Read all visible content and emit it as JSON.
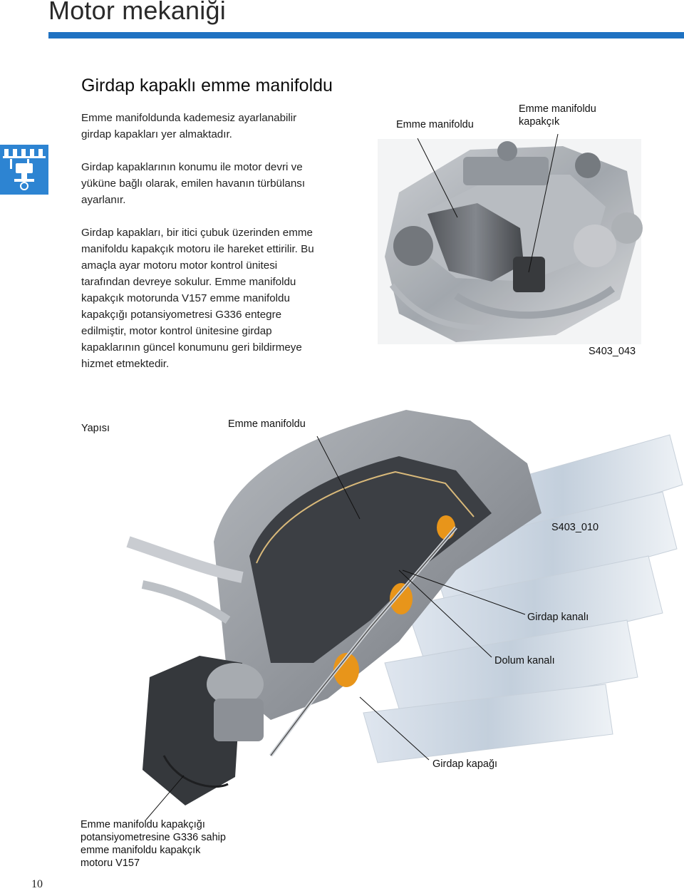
{
  "header": {
    "title": "Motor mekaniği"
  },
  "section": {
    "title": "Girdap kapaklı emme manifoldu"
  },
  "paragraphs": {
    "p1_line1": "Emme manifoldunda kademesiz ayarlanabilir",
    "p1_line2": "girdap kapakları yer almaktadır.",
    "p2_line1": "Girdap kapaklarının konumu ile motor devri ve",
    "p2_line2": "yüküne bağlı olarak, emilen havanın türbülansı",
    "p2_line3": "ayarlanır.",
    "p3_line1": "Girdap kapakları, bir itici çubuk üzerinden emme",
    "p3_line2": "manifoldu kapakçık motoru ile hareket ettirilir. Bu",
    "p3_line3": "amaçla ayar motoru motor kontrol ünitesi",
    "p3_line4": "tarafından devreye sokulur. Emme manifoldu",
    "p3_line5": "kapakçık motorunda V157 emme manifoldu",
    "p3_line6": "kapakçığı potansiyometresi G336 entegre",
    "p3_line7": "edilmiştir, motor kontrol ünitesine girdap",
    "p3_line8": "kapaklarının güncel konumunu geri bildirmeye",
    "p3_line9": "hizmet etmektedir."
  },
  "figure1": {
    "label_manifold": "Emme manifoldu",
    "label_flap_line1": "Emme manifoldu",
    "label_flap_line2": "kapakçık",
    "code": "S403_043"
  },
  "figure2": {
    "label_structure": "Yapısı",
    "label_manifold": "Emme manifoldu",
    "code": "S403_010",
    "label_swirl_channel": "Girdap kanalı",
    "label_fill_channel": "Dolum kanalı",
    "label_swirl_flap": "Girdap kapağı",
    "label_motor_line1": "Emme manifoldu kapakçığı",
    "label_motor_line2": "potansiyometresine G336 sahip",
    "label_motor_line3": "emme manifoldu kapakçık",
    "label_motor_line4": "motoru V157"
  },
  "footer": {
    "page_number": "10"
  },
  "colors": {
    "accent": "#1f72c2",
    "side_tab": "#2d84d2",
    "flap_orange": "#e8951a"
  }
}
